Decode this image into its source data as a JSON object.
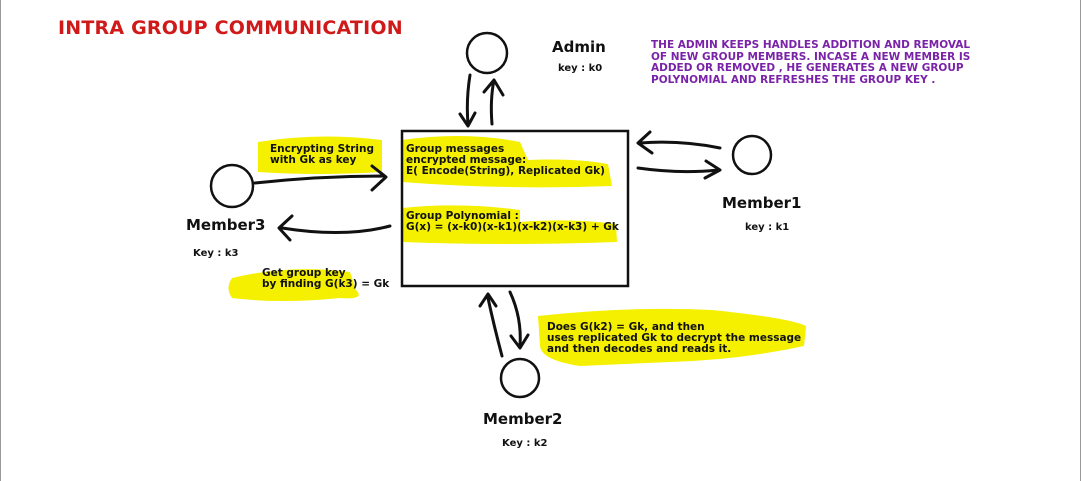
{
  "title": "INTRA GROUP COMMUNICATION",
  "admin": {
    "name": "Admin",
    "key": "key : k0"
  },
  "admin_note": "THE ADMIN KEEPS HANDLES ADDITION AND REMOVAL OF NEW GROUP MEMBERS. INCASE A NEW  MEMBER IS ADDED OR REMOVED , HE GENERATES A NEW GROUP POLYNOMIAL AND REFRESHES THE GROUP KEY .",
  "member1": {
    "name": "Member1",
    "key": "key : k1"
  },
  "member2": {
    "name": "Member2",
    "key": "Key : k2"
  },
  "member3": {
    "name": "Member3",
    "key": "Key : k3"
  },
  "group_box": {
    "messages": "Group messages\nencrypted message:\nE( Encode(String), Replicated Gk)",
    "polynomial": "Group Polynomial :\nG(x) = (x-k0)(x-k1)(x-k2)(x-k3) + Gk"
  },
  "annotations": {
    "encrypting": "Encrypting String\nwith Gk as key",
    "get_key": "Get group key\nby finding G(k3) = Gk",
    "decrypt": "Does G(k2) = Gk, and then\nuses replicated Gk to decrypt the message\nand then decodes and reads it."
  },
  "colors": {
    "title": "#d01a1a",
    "note": "#7a22a8",
    "highlight": "#f4f000",
    "ink": "#111111"
  }
}
